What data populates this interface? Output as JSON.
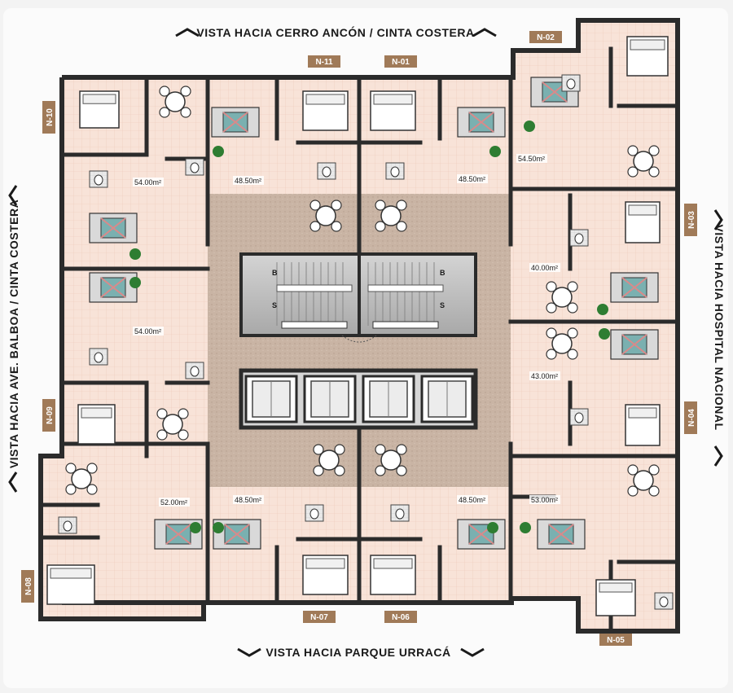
{
  "views": {
    "top": "VISTA HACIA CERRO ANCÓN / CINTA COSTERA",
    "bottom": "VISTA HACIA PARQUE URRACÁ",
    "left": "VISTA HACIA AVE. BALBOA / CINTA COSTERA",
    "right": "VISTA HACIA HOSPITAL NACIONAL"
  },
  "units": [
    {
      "id": "N-01",
      "area": "48.50m²"
    },
    {
      "id": "N-02",
      "area": "54.50m²"
    },
    {
      "id": "N-03",
      "area": "40.00m²"
    },
    {
      "id": "N-04",
      "area": "43.00m²"
    },
    {
      "id": "N-05",
      "area": "53.00m²"
    },
    {
      "id": "N-06",
      "area": "48.50m²"
    },
    {
      "id": "N-07",
      "area": "48.50m²"
    },
    {
      "id": "N-08",
      "area": "52.00m²"
    },
    {
      "id": "N-09",
      "area": "54.00m²"
    },
    {
      "id": "N-10",
      "area": "54.00m²"
    },
    {
      "id": "N-11",
      "area": "48.50m²"
    }
  ],
  "stairs": {
    "up": "B",
    "down": "S"
  },
  "colors": {
    "floor": "#f8e3d8",
    "tile": "#f2d2c3",
    "wall": "#2b2b2b",
    "corridor": "#c9b4a4",
    "core": "#b9b9b9",
    "tag": "#a07a58",
    "plant": "#2e7d32",
    "page": "#f3f3f3"
  },
  "icons": {
    "arrow": "chevron-arrow-icon",
    "table": "dining-table-icon",
    "bed": "bed-icon",
    "sofa": "sofa-icon",
    "plant": "plant-icon",
    "toilet": "toilet-icon",
    "elevator": "elevator-icon",
    "stair": "staircase-icon"
  }
}
